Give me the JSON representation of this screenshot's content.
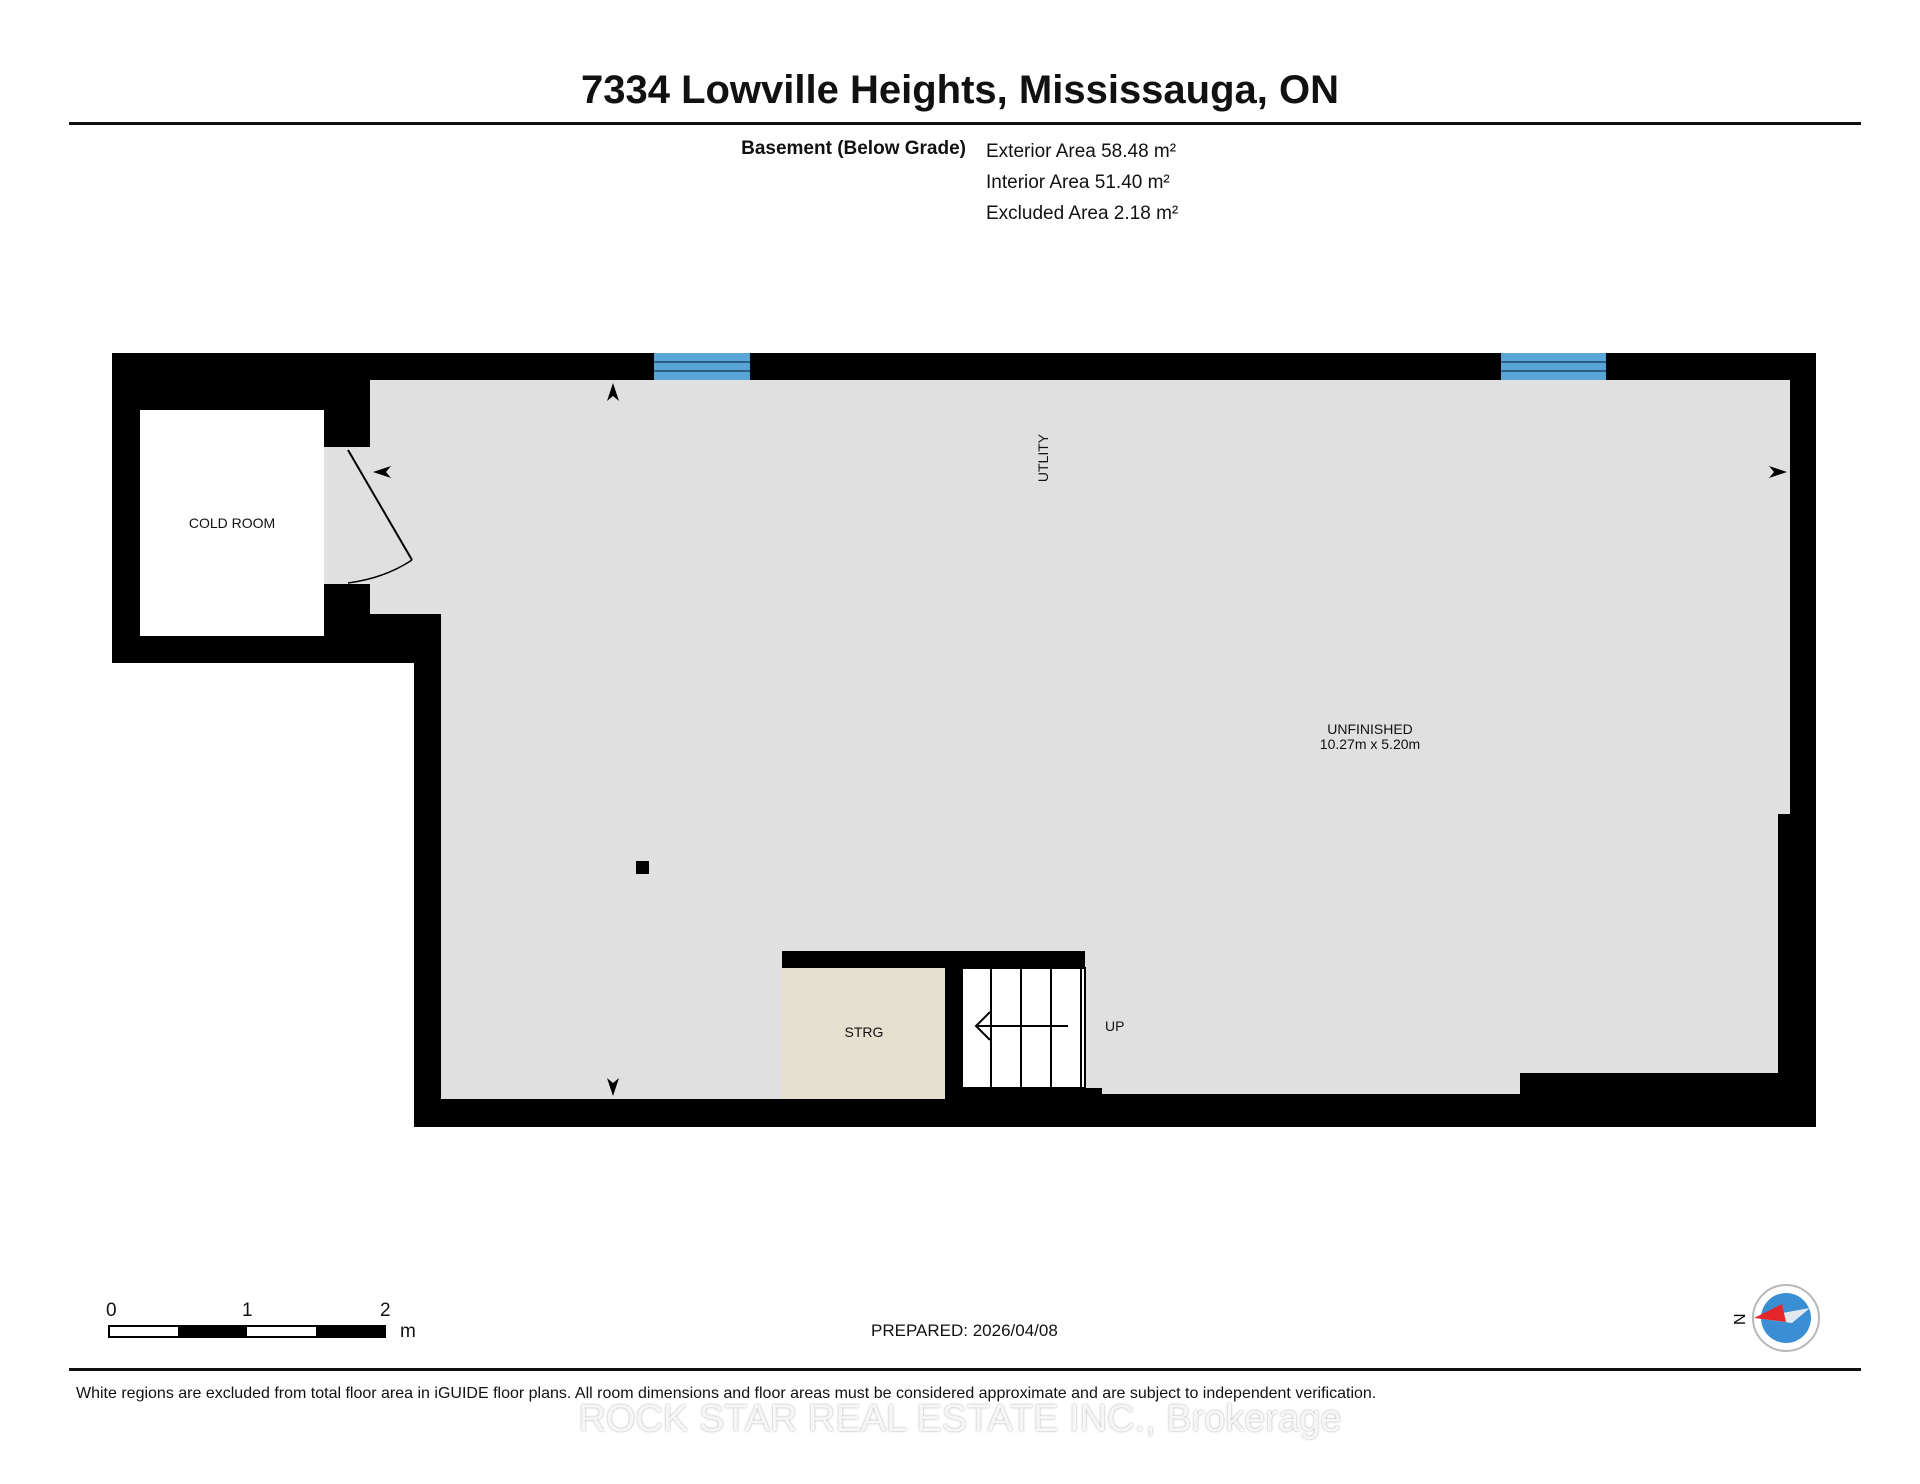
{
  "header": {
    "title": "7334 Lowville Heights, Mississauga, ON"
  },
  "floor_areas": {
    "level": "Basement (Below Grade)",
    "exterior": "Exterior Area 58.48 m²",
    "interior": "Interior Area 51.40 m²",
    "excluded": "Excluded Area 2.18 m²"
  },
  "rooms": {
    "cold_room": "COLD ROOM",
    "utility": "UTLITY",
    "unfinished": "UNFINISHED",
    "unfinished_dims": "10.27m x 5.20m",
    "storage": "STRG",
    "stairs": "UP"
  },
  "scale_bar": {
    "ticks": [
      "0",
      "1",
      "2"
    ],
    "unit": "m"
  },
  "compass": {
    "label": "N"
  },
  "footer": {
    "prepared": "PREPARED: 2026/04/08",
    "disclaimer": "White regions are excluded from total floor area in iGUIDE floor plans. All room dimensions and floor areas must be considered approximate and are subject to independent verification.",
    "watermark": "ROCK STAR REAL ESTATE INC., Brokerage"
  },
  "colors": {
    "wall": "#000000",
    "floor": "#e0e0e0",
    "storage_floor": "#e6e0d0",
    "window": "#5aa5d8",
    "compass_ring": "#3a8fd4",
    "compass_needle": "#e3262b"
  }
}
